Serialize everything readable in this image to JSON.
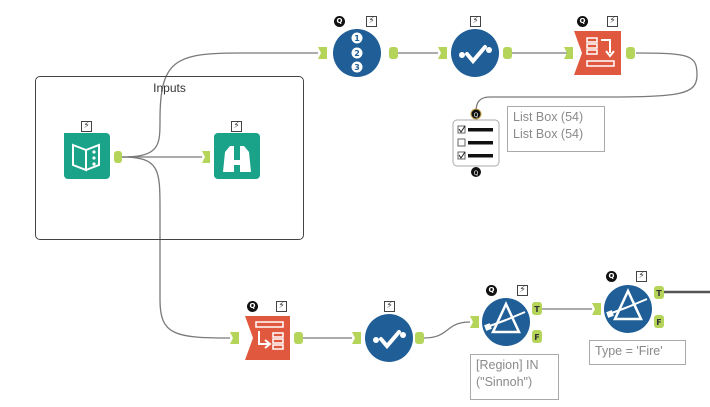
{
  "container": {
    "title": "Inputs"
  },
  "annotations": {
    "list_box_line1": "List Box (54)",
    "list_box_line2": "List Box (54)",
    "filter1": "[Region] IN (\"Sinnoh\")",
    "filter1_line1": "[Region] IN",
    "filter1_line2": "(\"Sinnoh\")",
    "filter2": "Type = 'Fire'"
  },
  "anchors": {
    "true_label": "T",
    "false_label": "F"
  },
  "badges": {
    "bolt": "⚡",
    "q": "Q"
  },
  "tools": [
    {
      "id": "input",
      "type": "text-input",
      "color": "#1aa388"
    },
    {
      "id": "browse",
      "type": "browse",
      "color": "#1aa388"
    },
    {
      "id": "record-id",
      "type": "record-id",
      "color": "#1f5e96"
    },
    {
      "id": "unique-top",
      "type": "unique",
      "color": "#1f5e96"
    },
    {
      "id": "cross-tab",
      "type": "cross-tab",
      "color": "#e0593e"
    },
    {
      "id": "list-box",
      "type": "list-box",
      "color": "#ffffff"
    },
    {
      "id": "transpose",
      "type": "transpose",
      "color": "#e0593e"
    },
    {
      "id": "unique-bottom",
      "type": "unique",
      "color": "#1f5e96"
    },
    {
      "id": "filter-region",
      "type": "filter",
      "color": "#1f5e96"
    },
    {
      "id": "filter-type",
      "type": "filter",
      "color": "#1f5e96"
    }
  ],
  "colors": {
    "anchor": "#b5d45a",
    "connector": "#777777",
    "teal": "#1aa388",
    "blue": "#1f5e96",
    "orange": "#e0593e"
  }
}
